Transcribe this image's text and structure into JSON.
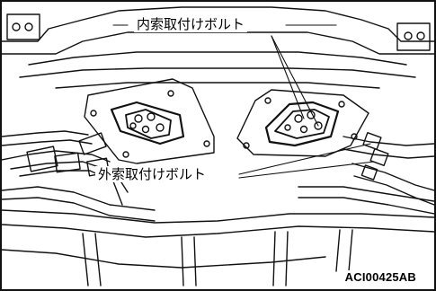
{
  "callouts": {
    "inner_bolt": "内索取付けボルト",
    "outer_bolt": "外索取付けボルト"
  },
  "figure_code": "ACI00425AB"
}
